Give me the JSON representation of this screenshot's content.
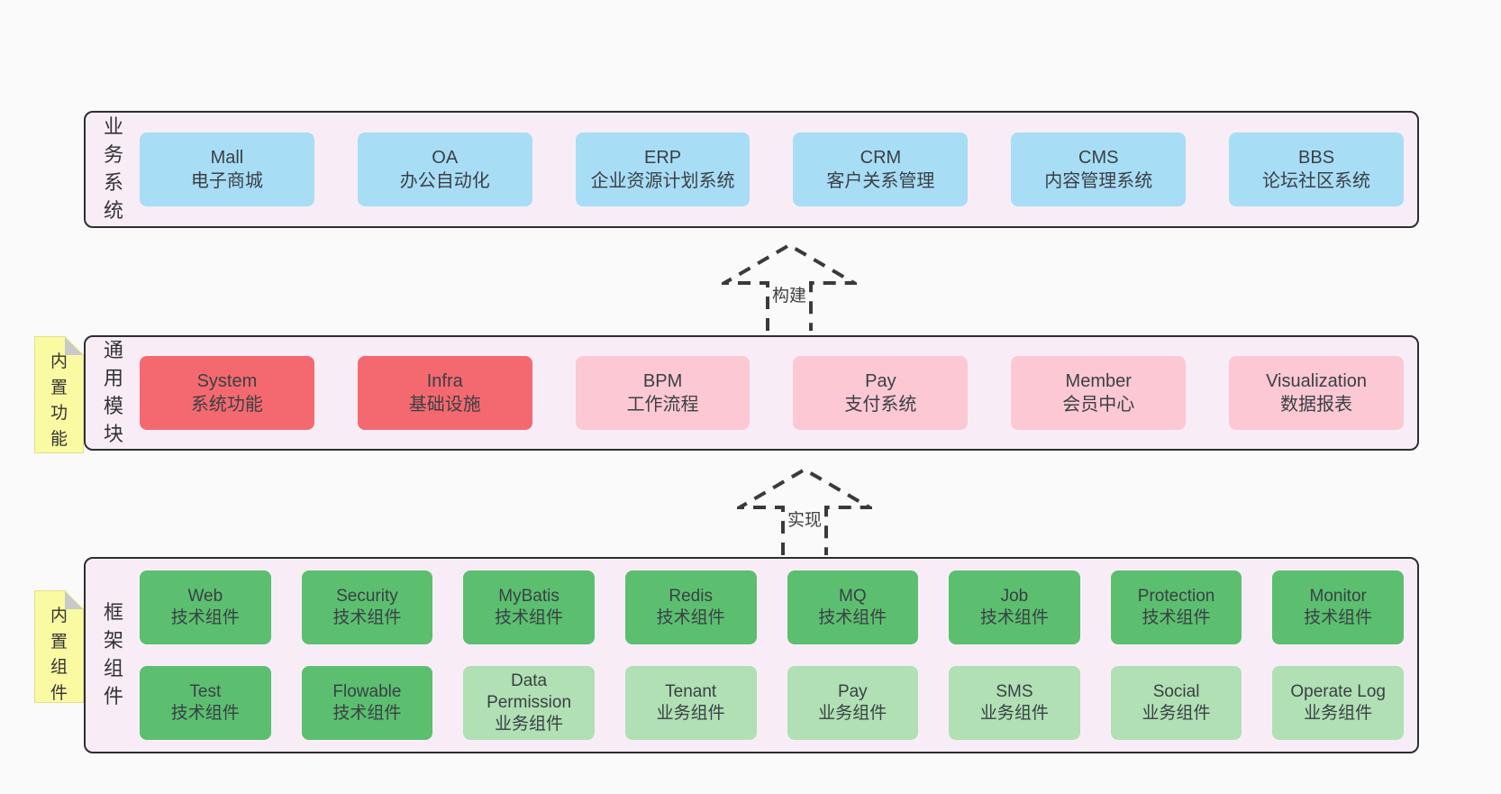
{
  "colors": {
    "page_bg": "#fafafa",
    "band_bg": "#f8edf7",
    "band_border": "#2e2e2e",
    "blue": "#a8ddf6",
    "red": "#f4696f",
    "pink": "#fcc8d3",
    "green": "#5bbf6f",
    "green_light": "#b0e0b3",
    "note_bg": "#fafaa3",
    "note_fold": "#c9c9c9",
    "box_text": "#3a4045",
    "label_text": "#333333",
    "arrow_stroke": "#3a3a3a"
  },
  "arrows": [
    {
      "id": "build",
      "label": "构建"
    },
    {
      "id": "implement",
      "label": "实现"
    }
  ],
  "bands": [
    {
      "id": "business-systems",
      "label": "业务系统",
      "note": null,
      "rows": [
        [
          {
            "en": "Mall",
            "zh": "电子商城",
            "variant": "blue"
          },
          {
            "en": "OA",
            "zh": "办公自动化",
            "variant": "blue"
          },
          {
            "en": "ERP",
            "zh": "企业资源计划系统",
            "variant": "blue"
          },
          {
            "en": "CRM",
            "zh": "客户关系管理",
            "variant": "blue"
          },
          {
            "en": "CMS",
            "zh": "内容管理系统",
            "variant": "blue"
          },
          {
            "en": "BBS",
            "zh": "论坛社区系统",
            "variant": "blue"
          }
        ]
      ]
    },
    {
      "id": "common-modules",
      "label": "通用模块",
      "note": "内置功能",
      "rows": [
        [
          {
            "en": "System",
            "zh": "系统功能",
            "variant": "red"
          },
          {
            "en": "Infra",
            "zh": "基础设施",
            "variant": "red"
          },
          {
            "en": "BPM",
            "zh": "工作流程",
            "variant": "pink"
          },
          {
            "en": "Pay",
            "zh": "支付系统",
            "variant": "pink"
          },
          {
            "en": "Member",
            "zh": "会员中心",
            "variant": "pink"
          },
          {
            "en": "Visualization",
            "zh": "数据报表",
            "variant": "pink"
          }
        ]
      ]
    },
    {
      "id": "framework-components",
      "label": "框架组件",
      "note": "内置组件",
      "rows": [
        [
          {
            "en": "Web",
            "zh": "技术组件",
            "variant": "green"
          },
          {
            "en": "Security",
            "zh": "技术组件",
            "variant": "green"
          },
          {
            "en": "MyBatis",
            "zh": "技术组件",
            "variant": "green"
          },
          {
            "en": "Redis",
            "zh": "技术组件",
            "variant": "green"
          },
          {
            "en": "MQ",
            "zh": "技术组件",
            "variant": "green"
          },
          {
            "en": "Job",
            "zh": "技术组件",
            "variant": "green"
          },
          {
            "en": "Protection",
            "zh": "技术组件",
            "variant": "green"
          },
          {
            "en": "Monitor",
            "zh": "技术组件",
            "variant": "green"
          }
        ],
        [
          {
            "en": "Test",
            "zh": "技术组件",
            "variant": "green"
          },
          {
            "en": "Flowable",
            "zh": "技术组件",
            "variant": "green"
          },
          {
            "en": "Data Permission",
            "zh": "业务组件",
            "variant": "green-light"
          },
          {
            "en": "Tenant",
            "zh": "业务组件",
            "variant": "green-light"
          },
          {
            "en": "Pay",
            "zh": "业务组件",
            "variant": "green-light"
          },
          {
            "en": "SMS",
            "zh": "业务组件",
            "variant": "green-light"
          },
          {
            "en": "Social",
            "zh": "业务组件",
            "variant": "green-light"
          },
          {
            "en": "Operate Log",
            "zh": "业务组件",
            "variant": "green-light"
          }
        ]
      ]
    }
  ]
}
